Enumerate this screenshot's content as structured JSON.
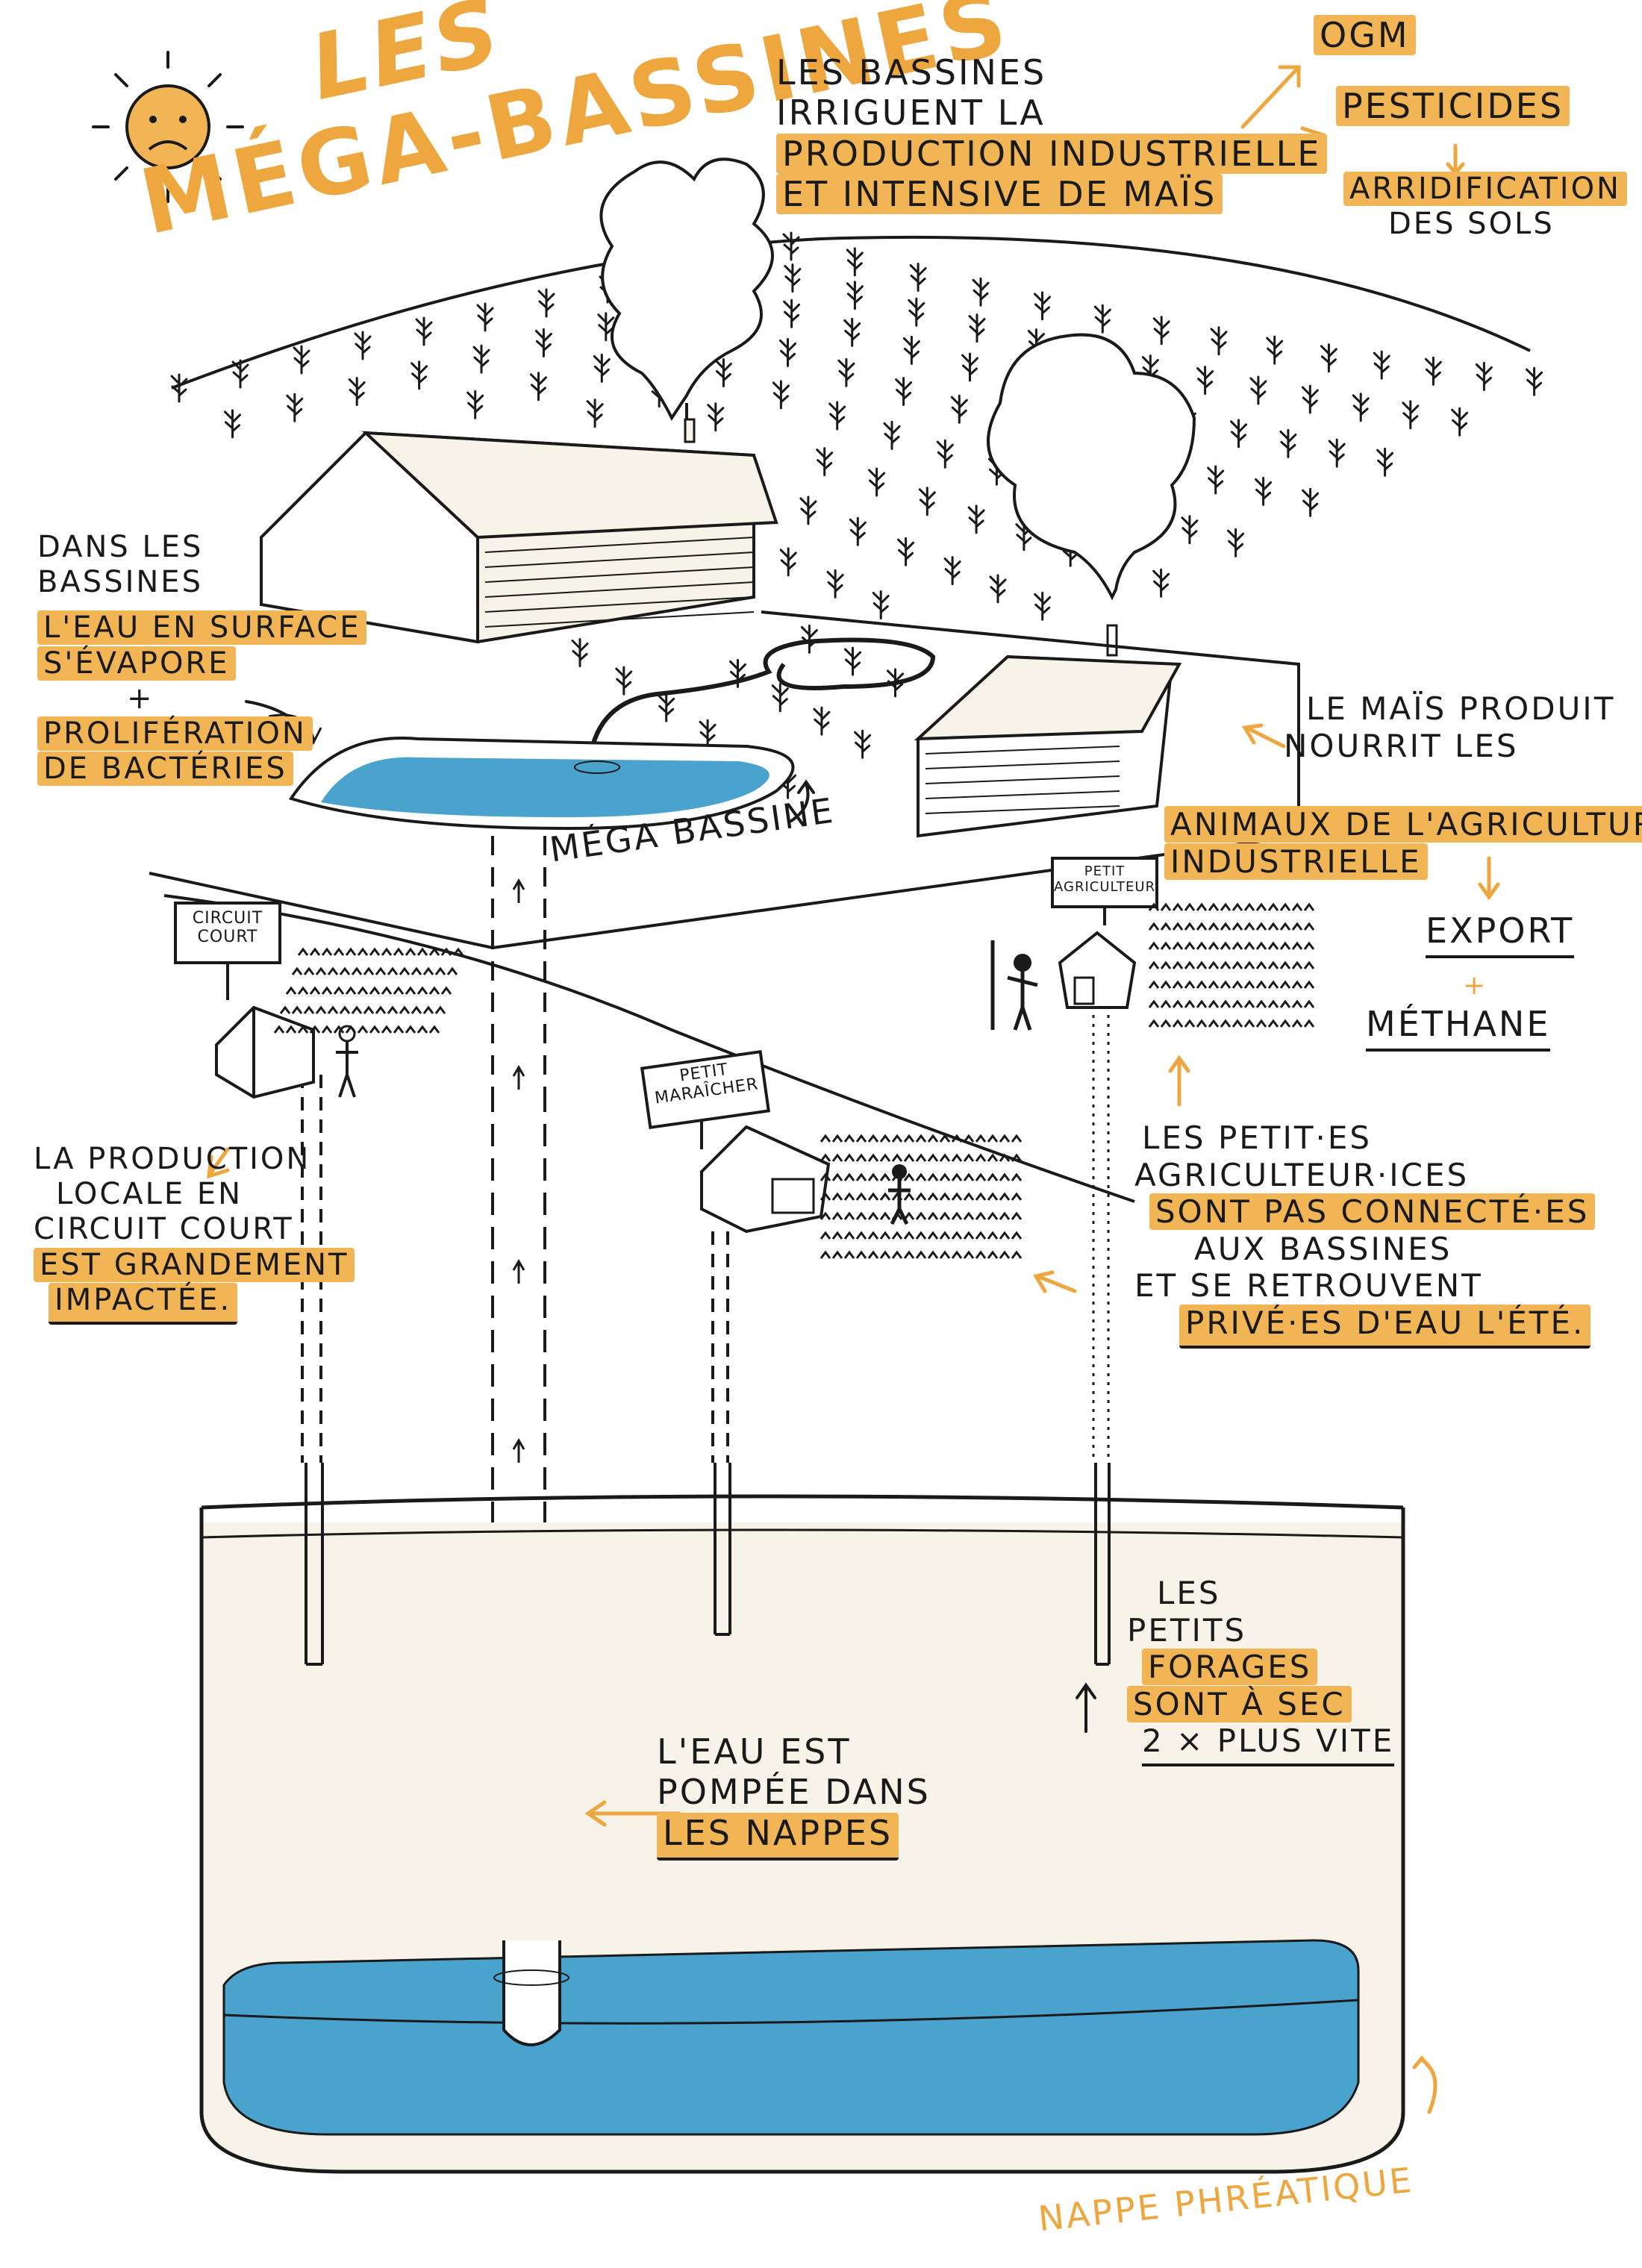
{
  "title": {
    "line1": "Les",
    "line2": "Méga-Bassines"
  },
  "labels": {
    "irrigation": {
      "line1": "Les bassines",
      "line2": "irriguent la",
      "line3": "production industrielle",
      "line4": "et intensive de maïs"
    },
    "impacts": {
      "ogm": "OGM",
      "pesticides": "Pesticides",
      "arid1": "Arridification",
      "arid2": "des sols"
    },
    "evaporation": {
      "line1": "Dans les",
      "line2": "bassines",
      "line3": "L'eau en surface",
      "line4": "s'évapore",
      "plus": "+",
      "line5": "Prolifération",
      "line6": "de bactéries"
    },
    "mega": "Méga bassine",
    "mais": {
      "line1": "Le maïs produit",
      "line2": "nourrit les",
      "line3": "animaux de l'agriculture",
      "line4": "industrielle",
      "export": "Export",
      "plus": "+",
      "methane": "Méthane"
    },
    "circuit": {
      "line1": "La production",
      "line2": "locale en",
      "line3": "circuit court",
      "line4": "est grandement",
      "line5": "impactée."
    },
    "petits": {
      "line1": "Les petit·es",
      "line2": "agriculteur·ices",
      "line3": "sont pas connecté·es",
      "line4": "aux bassines",
      "line5": "et se retrouvent",
      "line6": "privé·es d'eau l'été."
    },
    "forages": {
      "line1": "Les",
      "line2": "petits",
      "line3": "forages",
      "line4": "sont à sec",
      "line5": "2 × plus vite"
    },
    "pompage": {
      "line1": "L'eau est",
      "line2": "pompée dans",
      "line3": "les nappes"
    },
    "nappe": "Nappe phréatique"
  },
  "signs": {
    "circuit": {
      "l1": "Circuit",
      "l2": "court"
    },
    "maraicher": {
      "l1": "Petit",
      "l2": "maraîcher"
    },
    "agriculteur": {
      "l1": "Petit",
      "l2": "agriculteur"
    }
  },
  "colors": {
    "accent": "#f2b556",
    "title": "#eea63e",
    "water": "#4aa3cd",
    "ground": "#f8f3e9",
    "ink": "#1a1a1a"
  }
}
